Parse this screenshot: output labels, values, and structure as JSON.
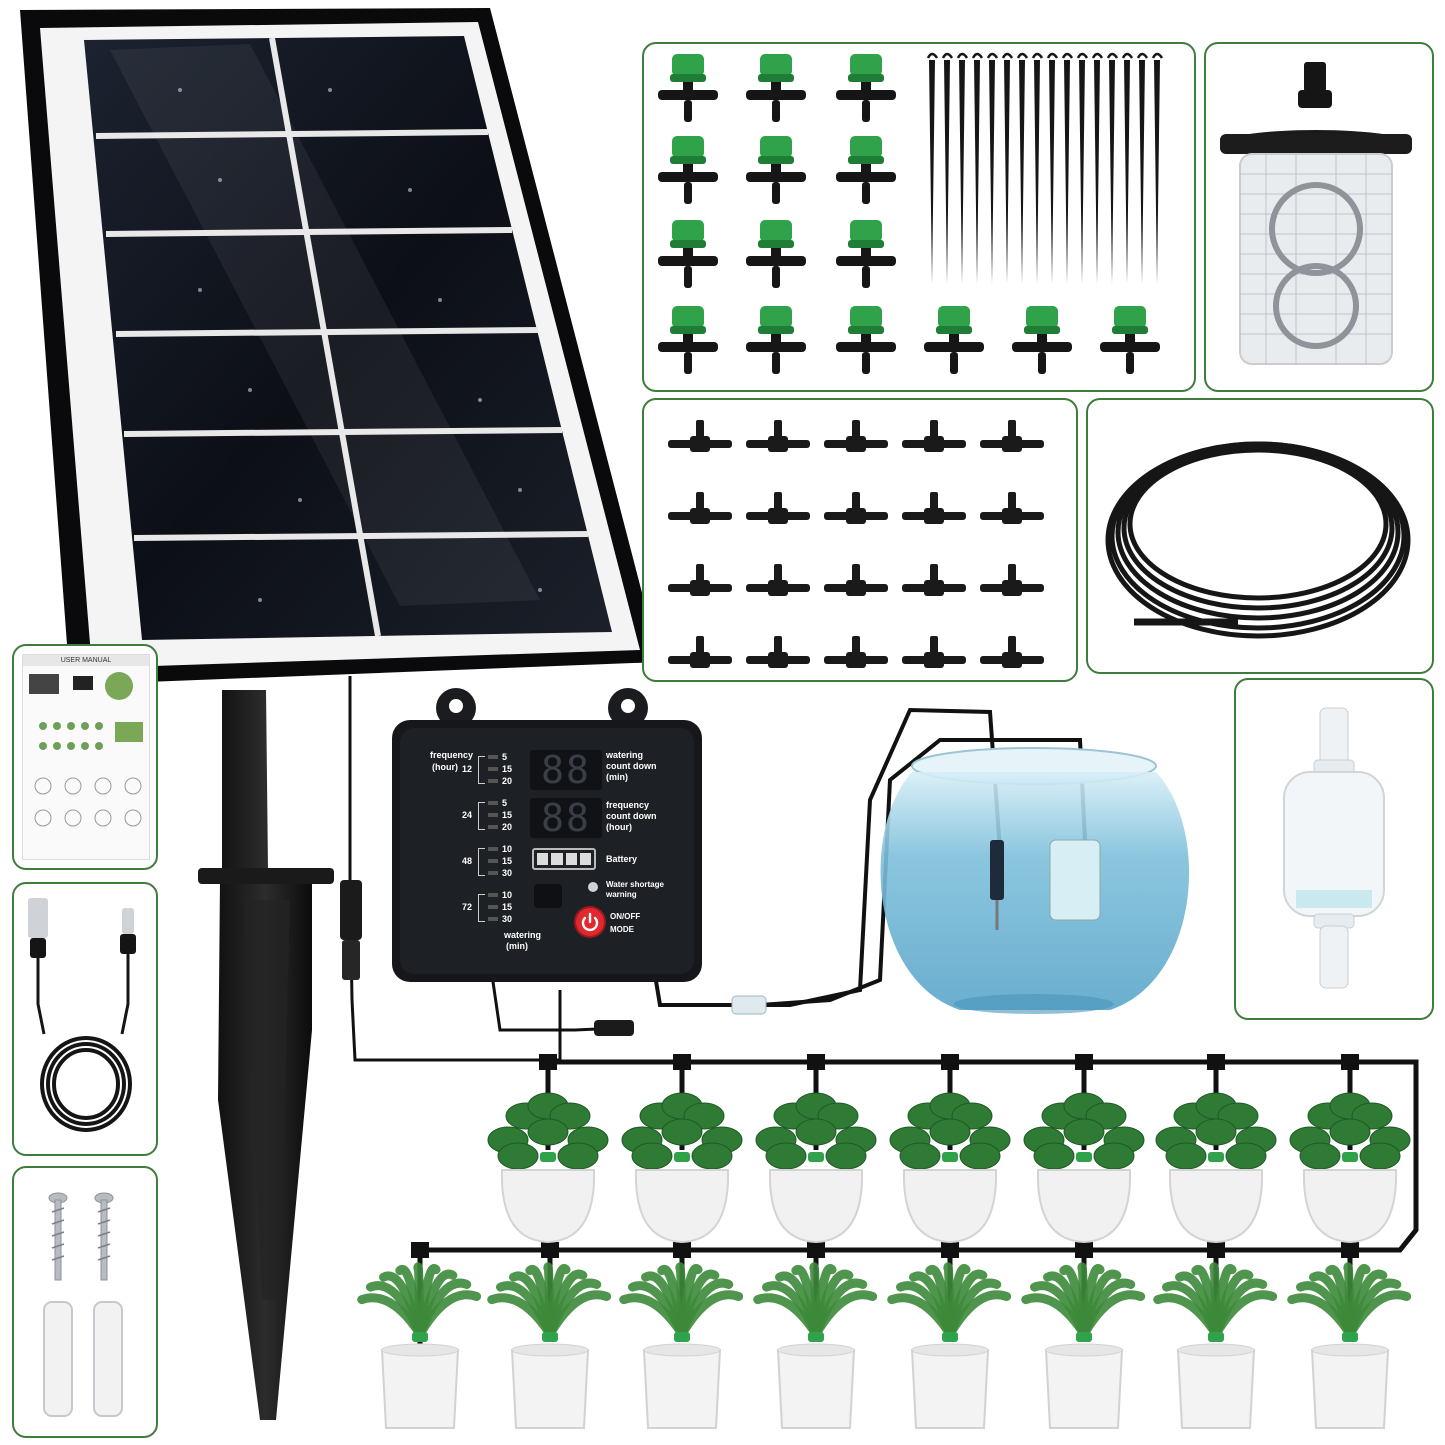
{
  "manual": {
    "title": "USER MANUAL"
  },
  "controller": {
    "frequency_label": "frequency",
    "hour_label": "(hour)",
    "freq_groups": [
      {
        "hours": "12",
        "options": [
          "5",
          "15",
          "20"
        ]
      },
      {
        "hours": "24",
        "options": [
          "5",
          "15",
          "20"
        ]
      },
      {
        "hours": "48",
        "options": [
          "10",
          "15",
          "30"
        ]
      },
      {
        "hours": "72",
        "options": [
          "10",
          "15",
          "30"
        ]
      }
    ],
    "watering_label": "watering",
    "min_label": "(min)",
    "display_top_label_1": "watering",
    "display_top_label_2": "count down",
    "display_top_label_3": "(min)",
    "display_bottom_label_1": "frequency",
    "display_bottom_label_2": "count down",
    "display_bottom_label_3": "(hour)",
    "battery_label": "Battery",
    "water_shortage_label_1": "Water shortage",
    "water_shortage_label_2": "warning",
    "onoff_label": "ON/OFF",
    "mode_label": "MODE",
    "digits": "88"
  },
  "colors": {
    "card_border": "#3f7d3c",
    "dripper_green": "#2fa24a",
    "panel_black": "#111418",
    "power_button_red": "#e0282e"
  },
  "icons": {
    "power": "power-icon",
    "usb": "usb-cable-icon",
    "screw": "screw-icon"
  }
}
